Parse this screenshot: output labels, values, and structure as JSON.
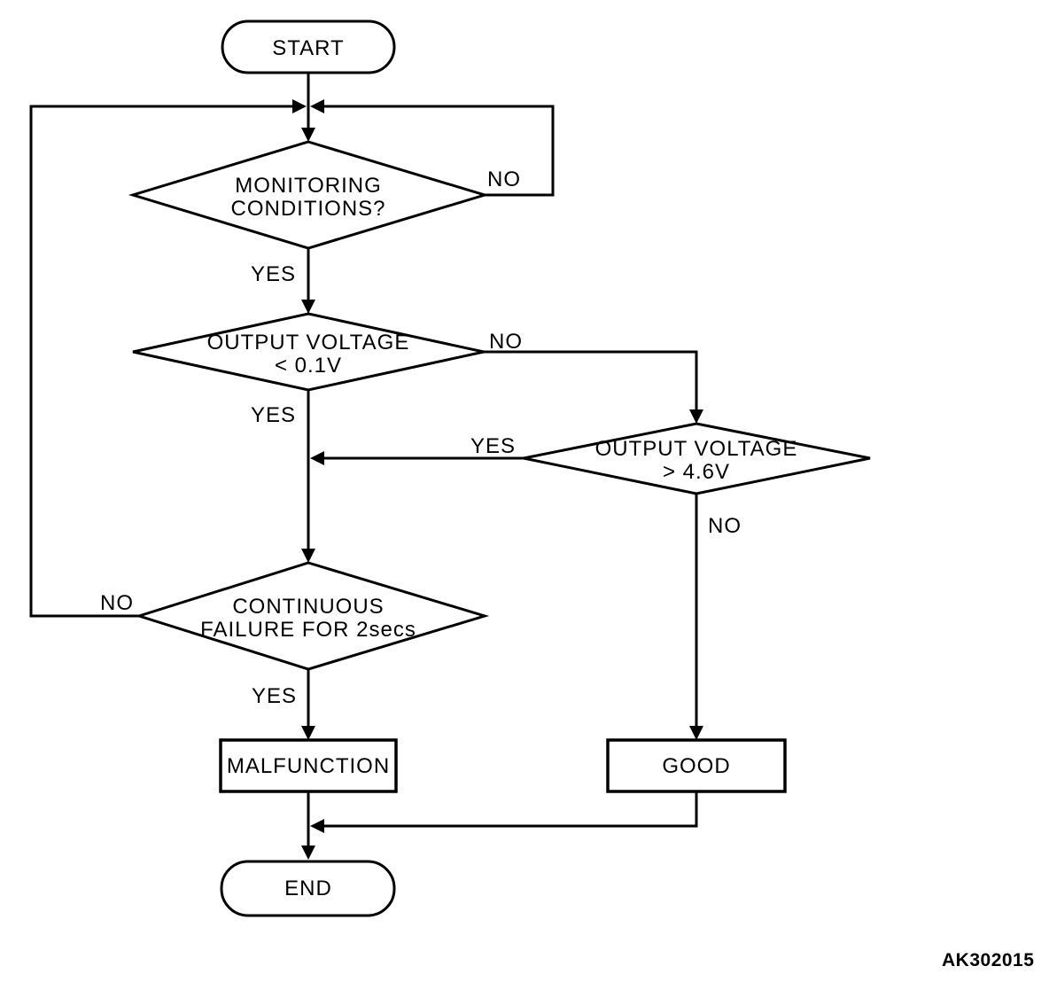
{
  "figure": {
    "code": "AK302015"
  },
  "nodes": {
    "start": {
      "label": "START",
      "type": "terminator"
    },
    "monitoring_conditions": {
      "line1": "MONITORING",
      "line2": "CONDITIONS?",
      "type": "decision"
    },
    "output_voltage_low": {
      "line1": "OUTPUT VOLTAGE",
      "line2": "< 0.1V",
      "type": "decision"
    },
    "output_voltage_high": {
      "line1": "OUTPUT VOLTAGE",
      "line2": "> 4.6V",
      "type": "decision"
    },
    "continuous_failure": {
      "line1": "CONTINUOUS",
      "line2": "FAILURE FOR 2secs",
      "type": "decision"
    },
    "malfunction": {
      "label": "MALFUNCTION",
      "type": "process"
    },
    "good": {
      "label": "GOOD",
      "type": "process"
    },
    "end": {
      "label": "END",
      "type": "terminator"
    }
  },
  "edge_labels": {
    "monitoring_yes": "YES",
    "monitoring_no": "NO",
    "voltage_low_yes": "YES",
    "voltage_low_no": "NO",
    "voltage_high_yes": "YES",
    "voltage_high_no": "NO",
    "failure_yes": "YES",
    "failure_no": "NO"
  },
  "colors": {
    "stroke": "#000000",
    "background": "#ffffff",
    "text": "#000000"
  }
}
